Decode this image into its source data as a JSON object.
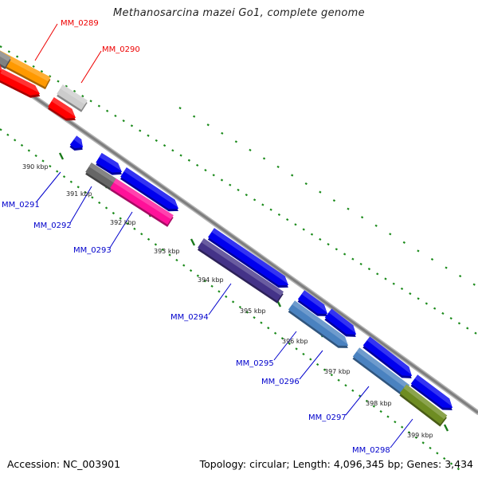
{
  "title": "Methanosarcina mazei Go1, complete genome",
  "footer": {
    "accession": "Accession: NC_003901",
    "summary": "Topology: circular; Length: 4,096,345 bp; Genes: 3,434"
  },
  "colors": {
    "label_red": "#ee0000",
    "label_blue": "#0000cc",
    "tick_green": "#1a8a1a",
    "backbone": "#8a8a8a"
  },
  "kbp_labels": [
    "390 kbp",
    "391 kbp",
    "392 kbp",
    "393 kbp",
    "394 kbp",
    "395 kbp",
    "396 kbp",
    "397 kbp",
    "398 kbp",
    "399 kbp"
  ],
  "gene_labels": [
    "MM_0289",
    "MM_0290",
    "MM_0291",
    "MM_0292",
    "MM_0293",
    "MM_0294",
    "MM_0295",
    "MM_0296",
    "MM_0297",
    "MM_0298"
  ]
}
